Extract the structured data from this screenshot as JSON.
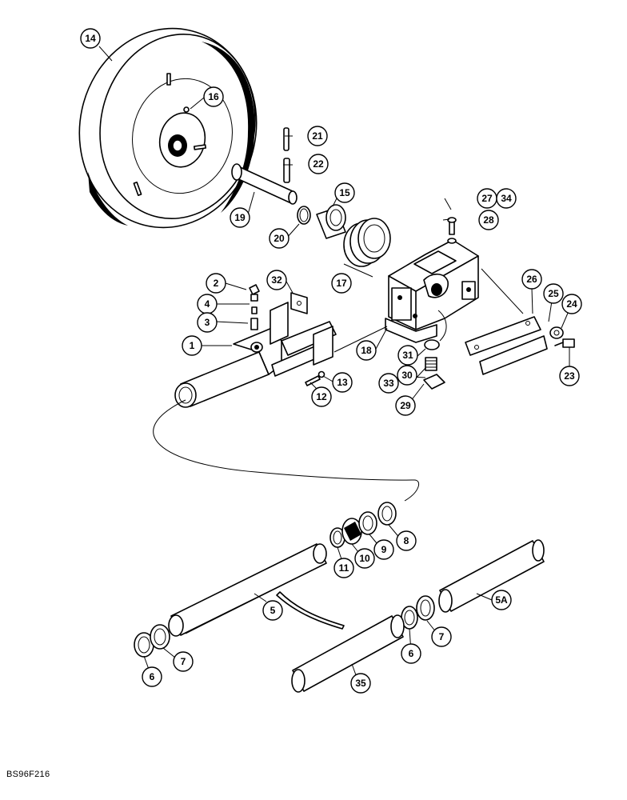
{
  "figure": {
    "code": "BS96F216"
  },
  "callouts": {
    "c14": "14",
    "c16": "16",
    "c21": "21",
    "c22": "22",
    "c15": "15",
    "c19": "19",
    "c20": "20",
    "c17": "17",
    "c27": "27",
    "c34": "34",
    "c28": "28",
    "c2": "2",
    "c4": "4",
    "c3": "3",
    "c1": "1",
    "c32": "32",
    "c18": "18",
    "c26": "26",
    "c25": "25",
    "c24": "24",
    "c23": "23",
    "c31": "31",
    "c33": "33",
    "c30": "30",
    "c29": "29",
    "c12": "12",
    "c13": "13",
    "c11": "11",
    "c10": "10",
    "c9": "9",
    "c8": "8",
    "c5": "5",
    "c5a": "5A",
    "c6a": "6",
    "c7a": "7",
    "c6b": "6",
    "c7b": "7",
    "c35": "35"
  }
}
